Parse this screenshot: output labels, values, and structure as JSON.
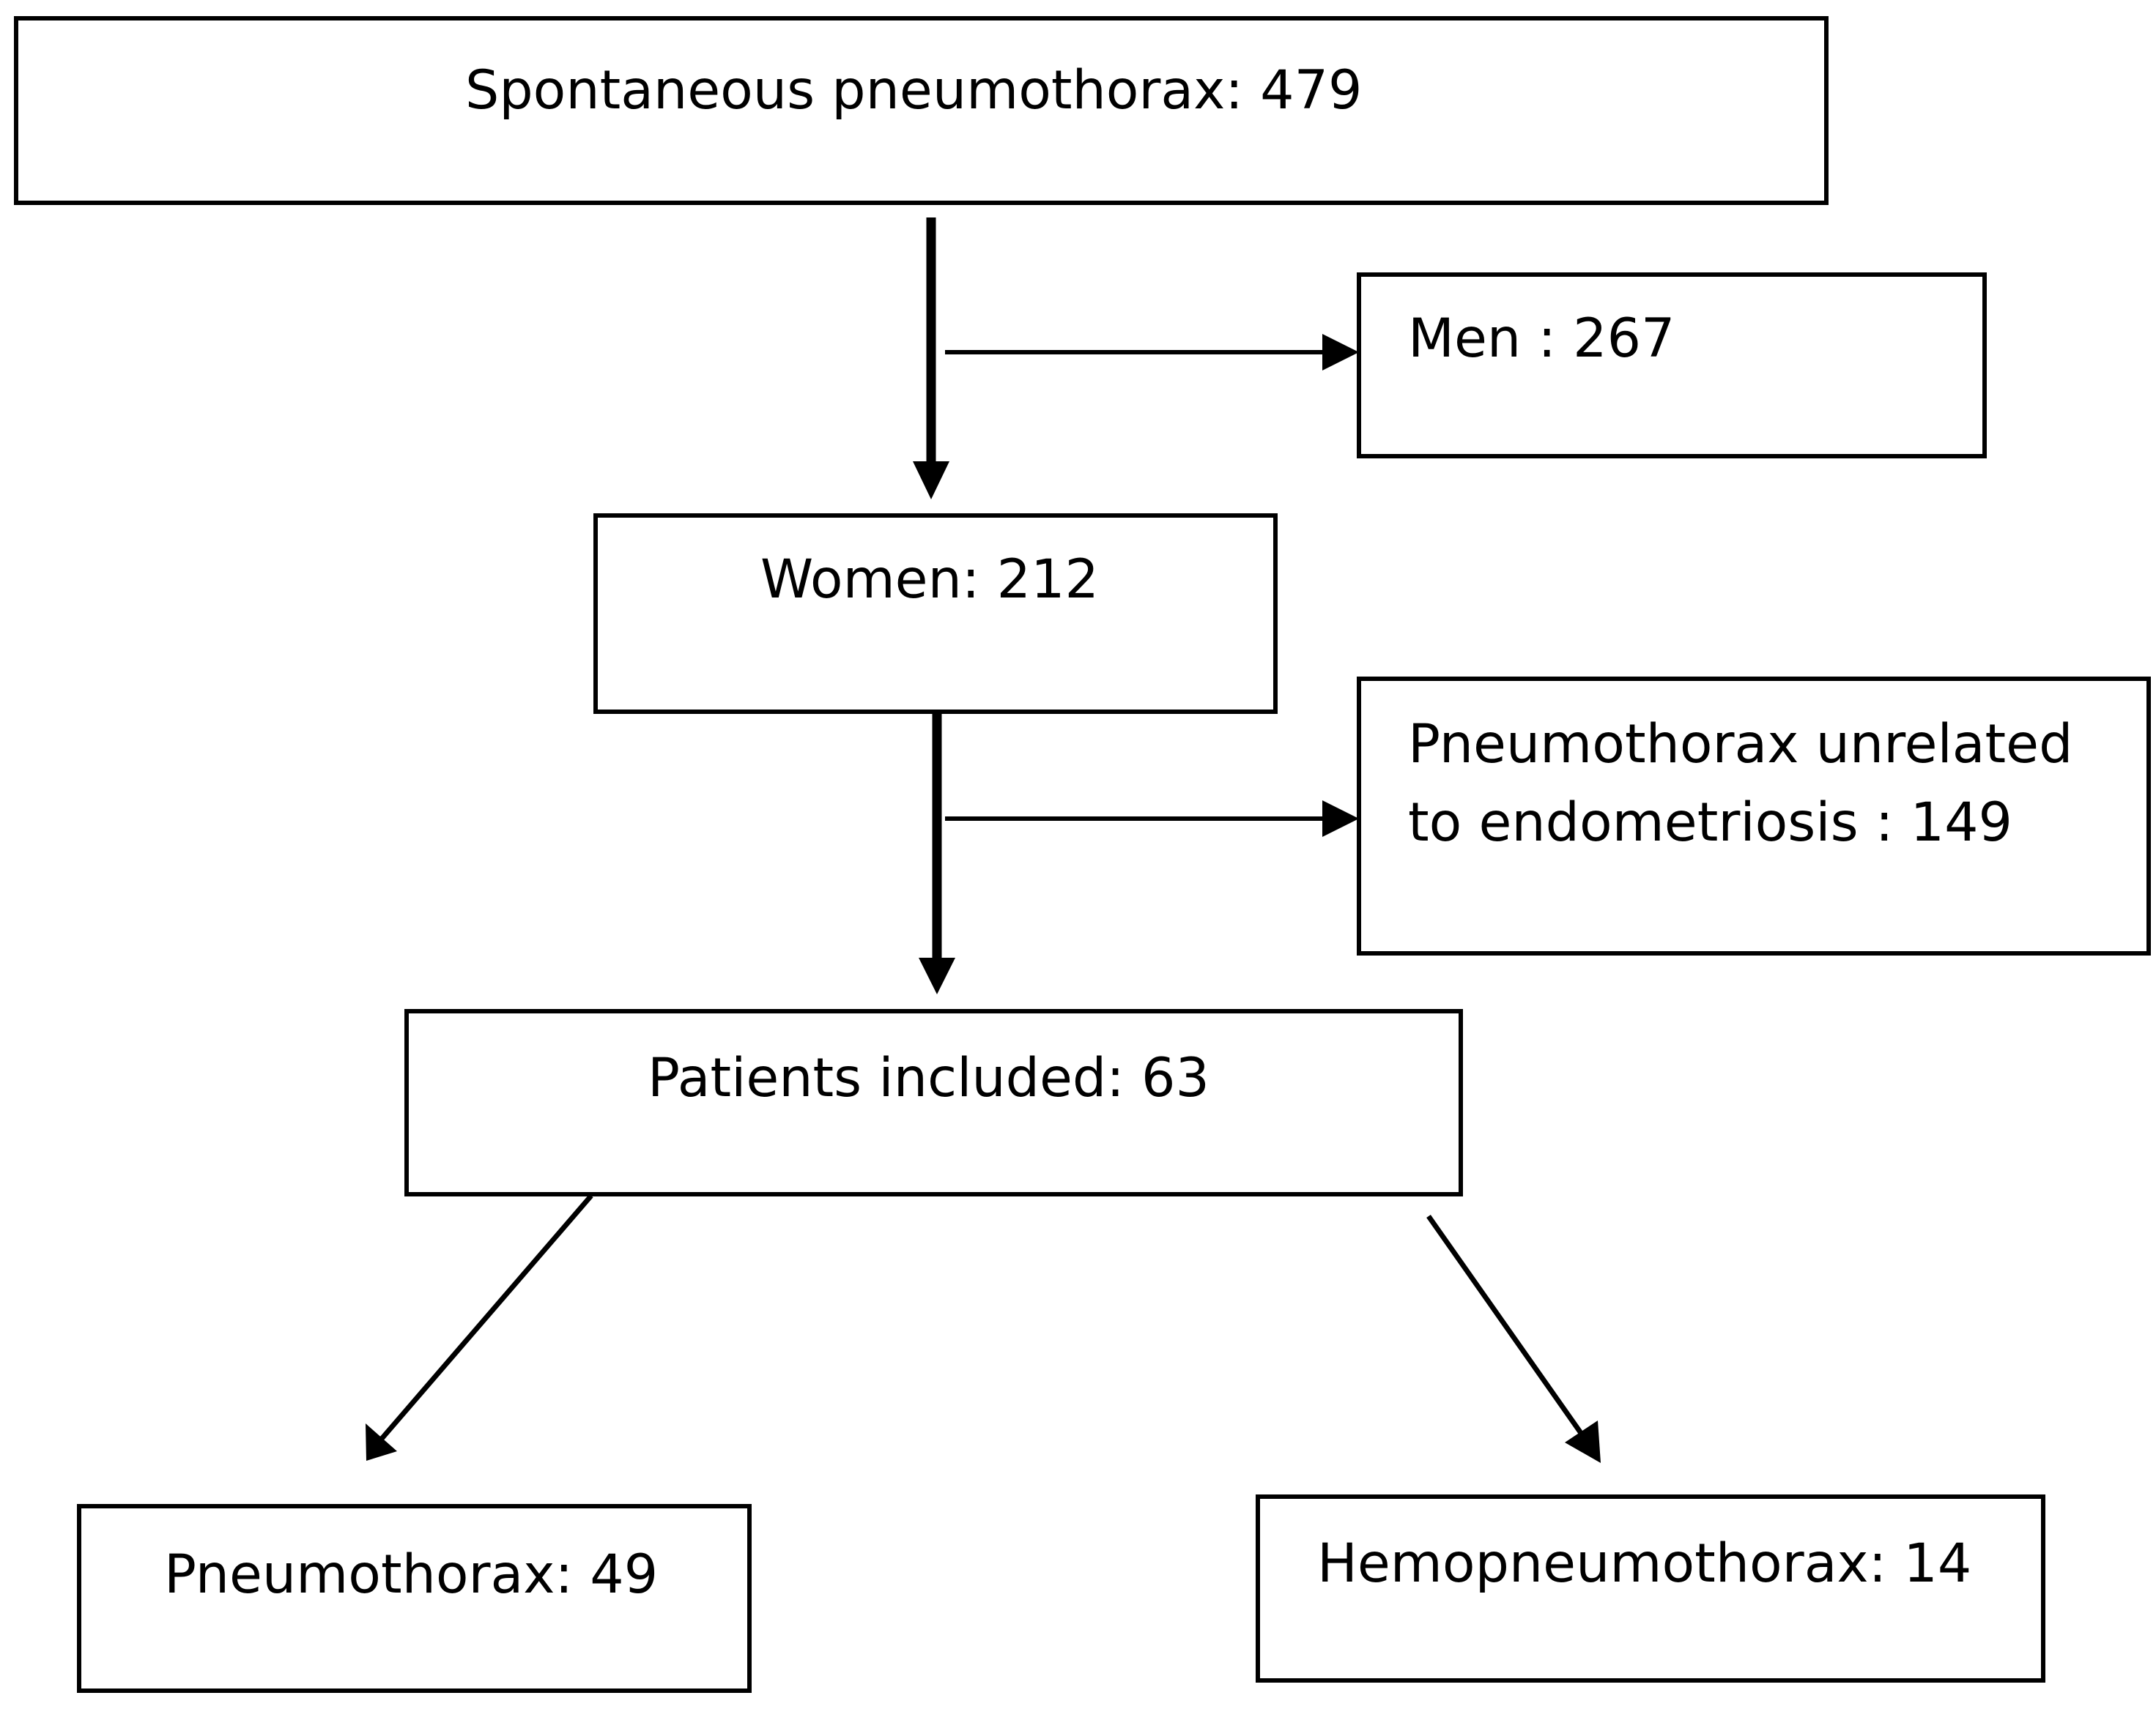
{
  "flowchart": {
    "nodes": {
      "spontaneous": {
        "text": "Spontaneous pneumothorax: 479"
      },
      "men": {
        "text": "Men : 267"
      },
      "women": {
        "text": "Women: 212"
      },
      "unrelated": {
        "line1": "Pneumothorax unrelated",
        "line2": "to endometriosis : 149"
      },
      "included": {
        "text": "Patients included: 63"
      },
      "pneumothorax": {
        "text": "Pneumothorax: 49"
      },
      "hemopneumothorax": {
        "text": "Hemopneumothorax: 14"
      }
    }
  }
}
